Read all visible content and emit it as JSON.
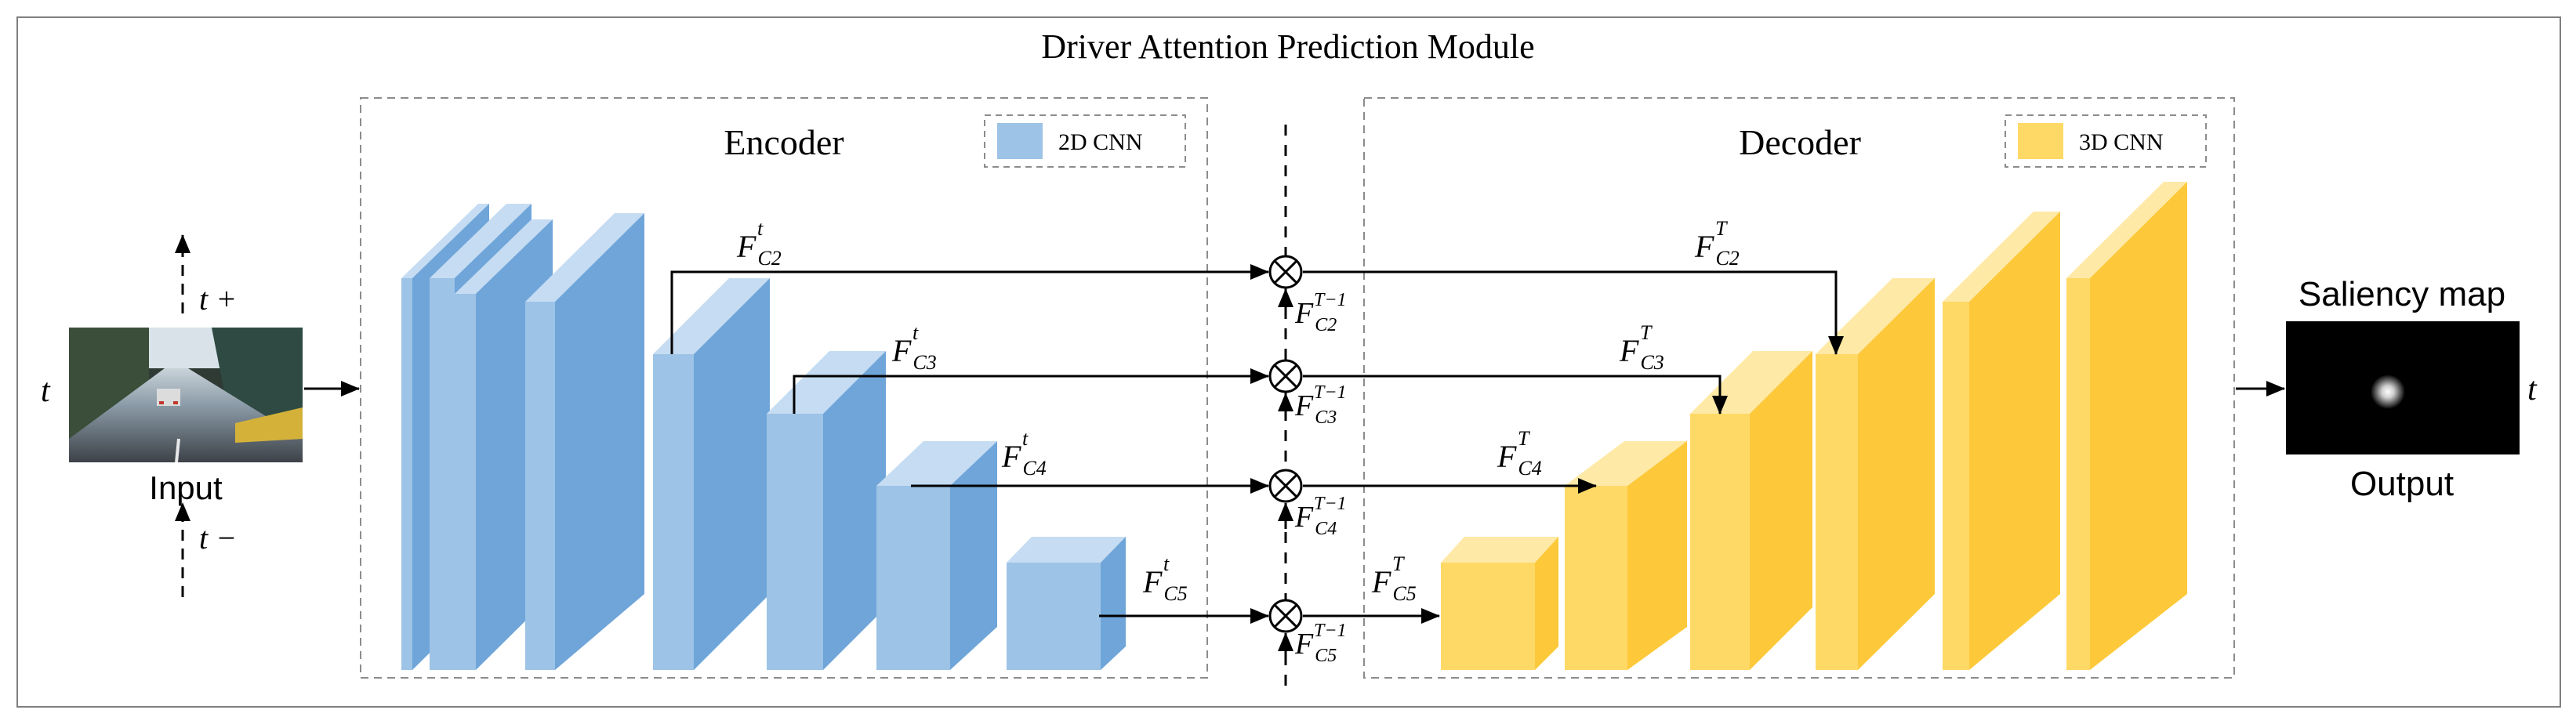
{
  "title": "Driver Attention Prediction Module",
  "encoder": {
    "title": "Encoder",
    "legend": "2D CNN",
    "feature_labels": [
      {
        "base": "F",
        "sub": "C2",
        "sup": "t"
      },
      {
        "base": "F",
        "sub": "C3",
        "sup": "t"
      },
      {
        "base": "F",
        "sub": "C4",
        "sup": "t"
      },
      {
        "base": "F",
        "sub": "C5",
        "sup": "t"
      }
    ]
  },
  "decoder": {
    "title": "Decoder",
    "legend": "3D CNN",
    "feature_labels": [
      {
        "base": "F",
        "sub": "C2",
        "sup": "T"
      },
      {
        "base": "F",
        "sub": "C3",
        "sup": "T"
      },
      {
        "base": "F",
        "sub": "C4",
        "sup": "T"
      },
      {
        "base": "F",
        "sub": "C5",
        "sup": "T"
      }
    ]
  },
  "fusion_labels": [
    {
      "base": "F",
      "sub": "C2",
      "sup": "T−1"
    },
    {
      "base": "F",
      "sub": "C3",
      "sup": "T−1"
    },
    {
      "base": "F",
      "sub": "C4",
      "sup": "T−1"
    },
    {
      "base": "F",
      "sub": "C5",
      "sup": "T−1"
    }
  ],
  "input": {
    "caption": "Input",
    "time_label": "t",
    "future_label": "t +",
    "past_label": "t −"
  },
  "output": {
    "heading": "Saliency map",
    "caption": "Output",
    "time_label": "t"
  },
  "colors": {
    "encoder_front": "#9dc3e6",
    "encoder_side": "#6fa5d9",
    "encoder_top": "#c5dcf2",
    "decoder_front": "#ffd966",
    "decoder_side": "#fdc93a",
    "decoder_top": "#ffe9a6"
  }
}
